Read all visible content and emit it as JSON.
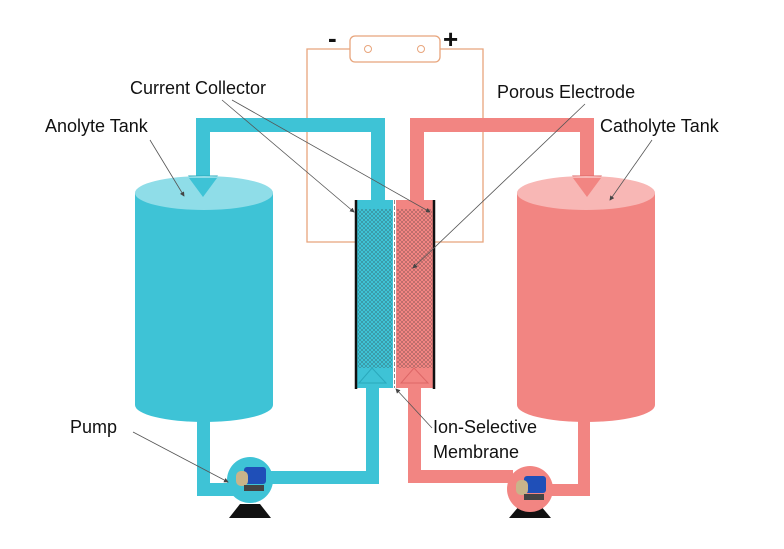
{
  "labels": {
    "current_collector": "Current Collector",
    "porous_electrode": "Porous Electrode",
    "anolyte_tank": "Anolyte Tank",
    "catholyte_tank": "Catholyte Tank",
    "pump": "Pump",
    "membrane_line1": "Ion-Selective",
    "membrane_line2": "Membrane",
    "minus": "-",
    "plus": "+"
  },
  "colors": {
    "anolyte": "#3ec3d6",
    "anolyte_top": "#8fdde8",
    "catholyte": "#f28582",
    "catholyte_top": "#f8b7b5",
    "wire": "#e8a57c",
    "collector": "#111111"
  },
  "icons": {
    "pump": "pump-icon",
    "power-source": "battery-icon"
  }
}
